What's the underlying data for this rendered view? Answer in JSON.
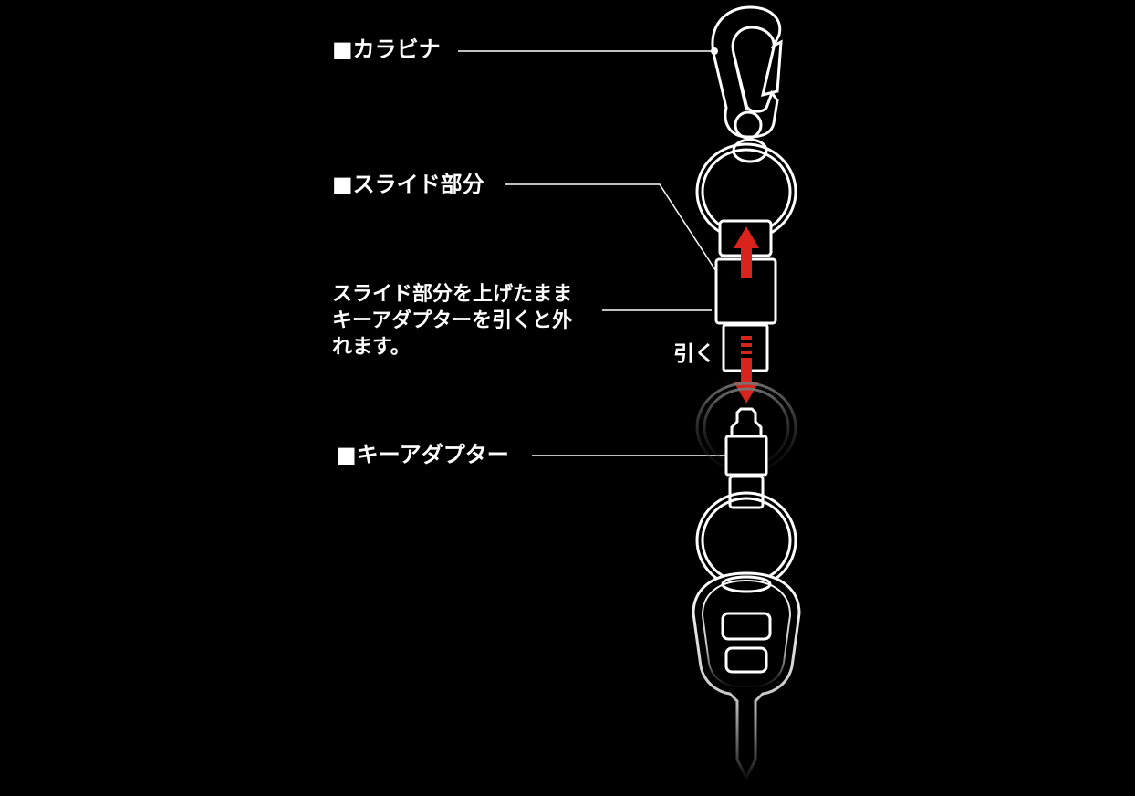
{
  "labels": {
    "carabiner": "■カラビナ",
    "slide_part": "■スライド部分",
    "key_adapter": "■キーアダプター",
    "pull": "引く"
  },
  "note": {
    "lines": [
      "スライド部分を上げたまま",
      "キーアダプターを引くと外",
      "れます。"
    ]
  },
  "colors": {
    "background": "#000000",
    "line": "#ffffff",
    "arrow": "#d9231d",
    "fade": "#3a3a3a"
  }
}
